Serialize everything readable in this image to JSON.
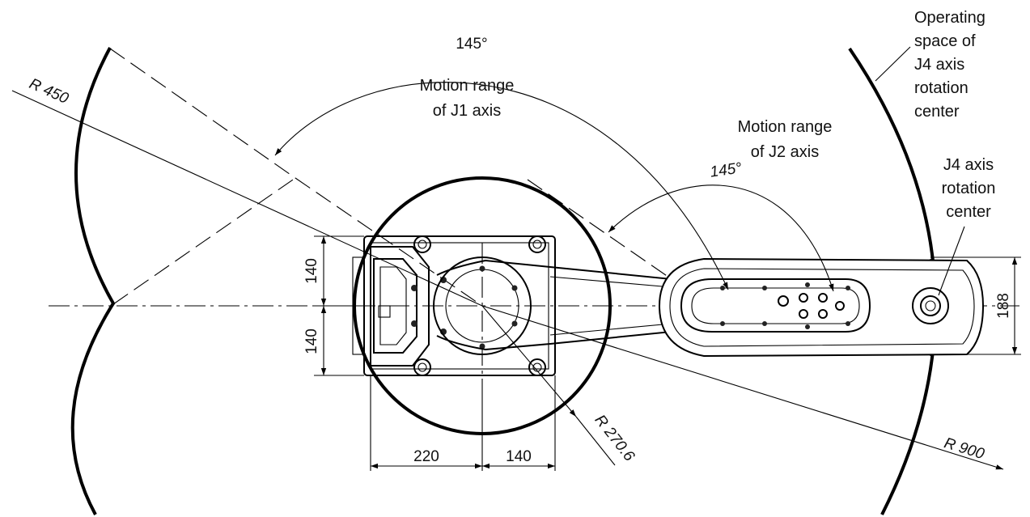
{
  "labels": {
    "j1_range": [
      "Motion range",
      "of J1 axis"
    ],
    "j2_range": [
      "Motion range",
      "of J2 axis"
    ],
    "operating_space": [
      "Operating",
      "space of",
      "J4 axis",
      "rotation",
      "center"
    ],
    "j4_center": [
      "J4 axis",
      "rotation",
      "center"
    ]
  },
  "dimensions": {
    "angle_j1": "145°",
    "angle_j2": "145°",
    "r_450": "R 450",
    "r_900": "R 900",
    "r_270": "R 270.6",
    "h_top": "140",
    "h_bottom": "140",
    "w_left": "220",
    "w_right": "140",
    "arm_height": "188"
  }
}
